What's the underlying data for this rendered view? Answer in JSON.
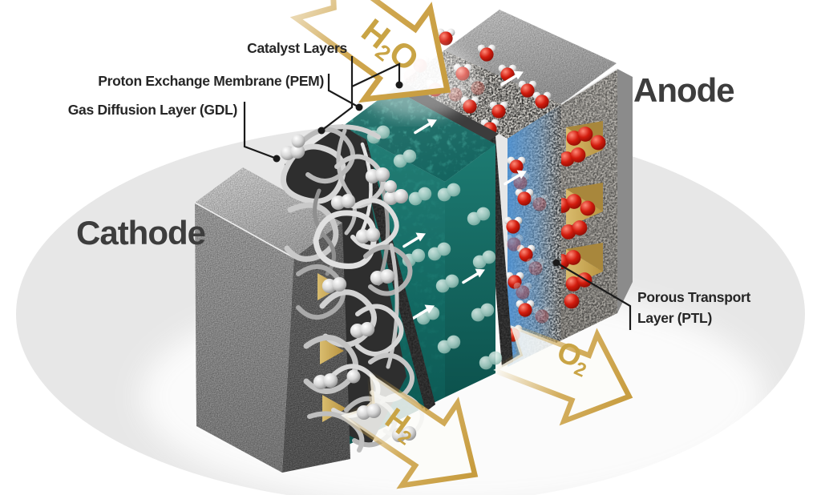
{
  "labels": {
    "catalyst_layers": "Catalyst Layers",
    "pem": "Proton Exchange Membrane (PEM)",
    "gdl": "Gas Diffusion Layer (GDL)",
    "ptl_line1": "Porous Transport",
    "ptl_line2": "Layer (PTL)",
    "cathode": "Cathode",
    "anode": "Anode"
  },
  "gas_arrows": {
    "h2o": {
      "pre": "H",
      "sub": "2",
      "post": "O"
    },
    "o2": {
      "pre": "O",
      "sub": "2"
    },
    "h2": {
      "pre": "H",
      "sub": "2"
    }
  },
  "colors": {
    "gold": "#c9a445",
    "arrow_outline": "#cfa64e",
    "membrane_teal": "#147068",
    "water_blue": "#4f93d4",
    "oxygen_red": "#c52015",
    "label_text": "#262626",
    "big_label_text": "#3d3d3d",
    "background_ellipse": "#e7e7e7"
  }
}
